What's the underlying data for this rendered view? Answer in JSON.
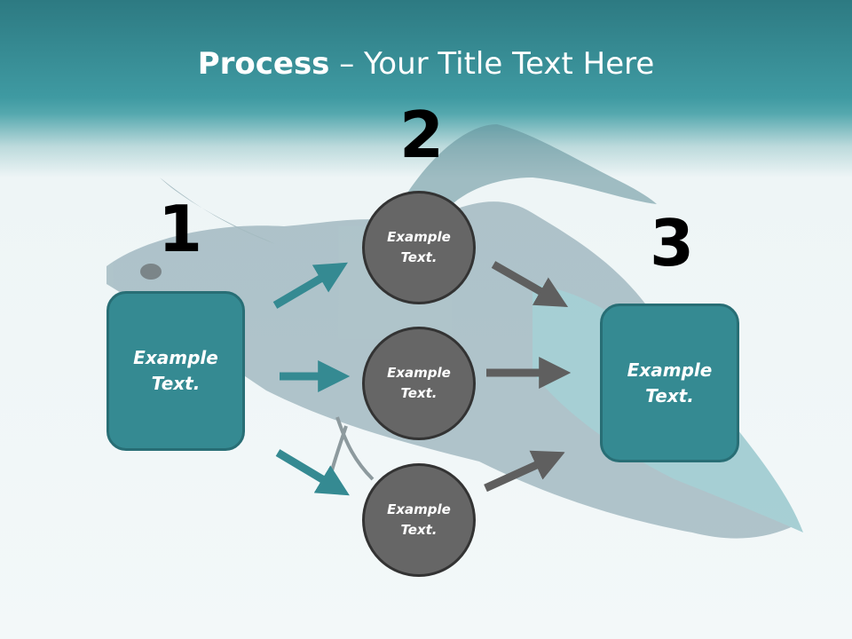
{
  "title": {
    "bold": "Process",
    "rest": " – Your Title Text Here"
  },
  "steps": [
    {
      "number": "1",
      "text": "Example\nText."
    },
    {
      "number": "2",
      "items": [
        "Example\nText.",
        "Example\nText.",
        "Example\nText."
      ]
    },
    {
      "number": "3",
      "text": "Example\nText."
    }
  ],
  "colors": {
    "teal": "#358a92",
    "gray_circle": "#666666",
    "teal_arrow": "#358a92",
    "gray_arrow": "#5f5f5f"
  }
}
